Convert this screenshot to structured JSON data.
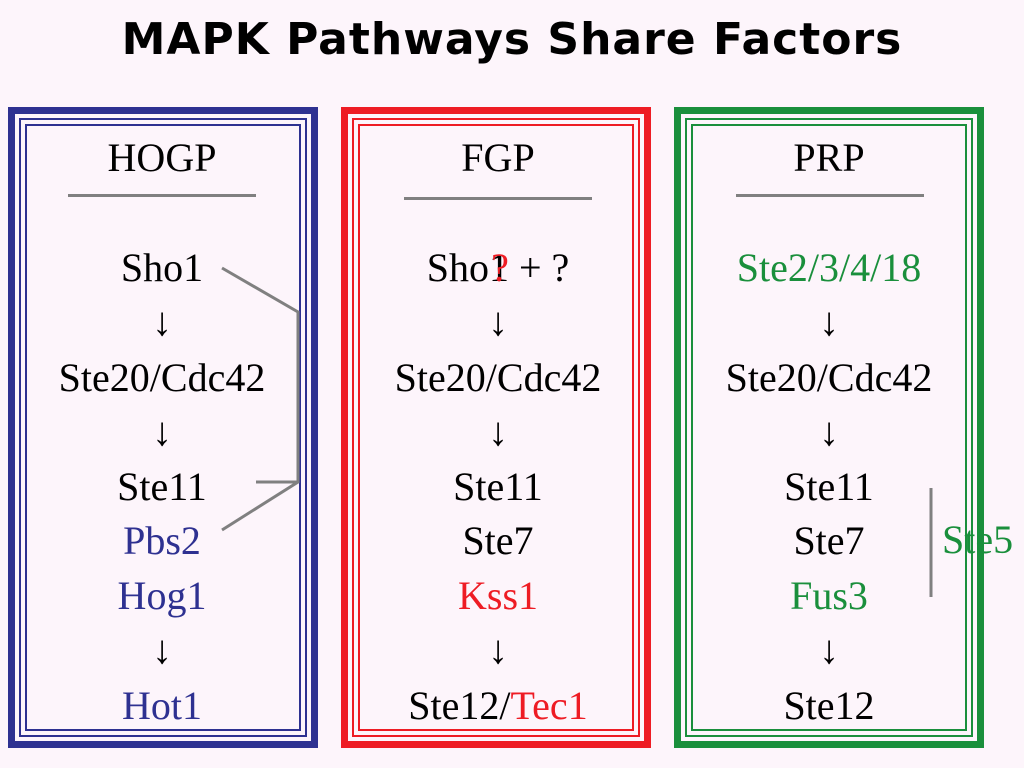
{
  "title": "MAPK Pathways Share Factors",
  "colors": {
    "hogp": "#2e3191",
    "fgp": "#ee1c24",
    "prp": "#1a8f3c",
    "connector": "#808080"
  },
  "arrow_glyph": "↓",
  "pathways": [
    {
      "name": "HOGP",
      "sensor": "Sho1",
      "kinase_upstream": "Ste20/Cdc42",
      "mapkkk": "Ste11",
      "mapkk": "Pbs2",
      "mapk": "Hog1",
      "tf": "Hot1"
    },
    {
      "name": "FGP",
      "sensor_a": "Sho",
      "sensor_b": "1 + ?",
      "sensor_overlay": "?",
      "kinase_upstream": "Ste20/Cdc42",
      "mapkkk": "Ste11",
      "mapkk": "Ste7",
      "mapk": "Kss1",
      "tf_a": "Ste12/",
      "tf_b": "Tec1"
    },
    {
      "name": "PRP",
      "sensor": "Ste2/3/4/18",
      "kinase_upstream": "Ste20/Cdc42",
      "mapkkk": "Ste11",
      "mapkk": "Ste7",
      "mapk": "Fus3",
      "tf": "Ste12",
      "scaffold": "Ste5"
    }
  ]
}
